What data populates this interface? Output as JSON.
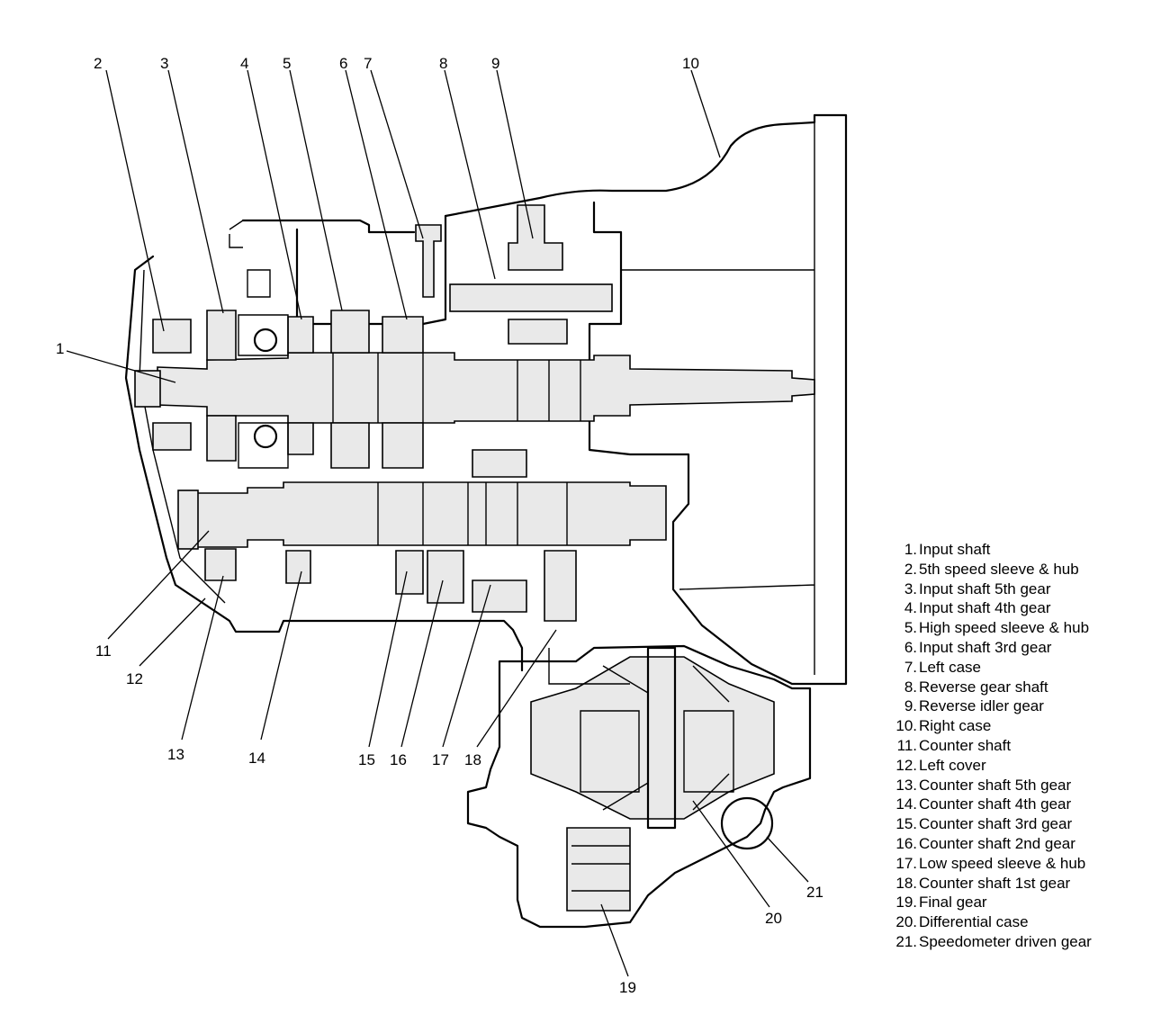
{
  "callouts": [
    "1",
    "2",
    "3",
    "4",
    "5",
    "6",
    "7",
    "8",
    "9",
    "10",
    "11",
    "12",
    "13",
    "14",
    "15",
    "16",
    "17",
    "18",
    "19",
    "20",
    "21"
  ],
  "legend": [
    {
      "num": "1.",
      "text": "Input shaft"
    },
    {
      "num": "2.",
      "text": "5th speed sleeve & hub"
    },
    {
      "num": "3.",
      "text": "Input shaft 5th gear"
    },
    {
      "num": "4.",
      "text": "Input shaft 4th gear"
    },
    {
      "num": "5.",
      "text": "High speed sleeve & hub"
    },
    {
      "num": "6.",
      "text": "Input shaft 3rd gear"
    },
    {
      "num": "7.",
      "text": "Left case"
    },
    {
      "num": "8.",
      "text": "Reverse gear shaft"
    },
    {
      "num": "9.",
      "text": "Reverse idler gear"
    },
    {
      "num": "10.",
      "text": "Right case"
    },
    {
      "num": "11.",
      "text": "Counter shaft"
    },
    {
      "num": "12.",
      "text": "Left cover"
    },
    {
      "num": "13.",
      "text": "Counter shaft 5th gear"
    },
    {
      "num": "14.",
      "text": "Counter shaft 4th gear"
    },
    {
      "num": "15.",
      "text": "Counter shaft 3rd gear"
    },
    {
      "num": "16.",
      "text": "Counter shaft 2nd gear"
    },
    {
      "num": "17.",
      "text": "Low speed sleeve & hub"
    },
    {
      "num": "18.",
      "text": "Counter shaft 1st gear"
    },
    {
      "num": "19.",
      "text": "Final gear"
    },
    {
      "num": "20.",
      "text": "Differential case"
    },
    {
      "num": "21.",
      "text": "Speedometer driven gear"
    }
  ]
}
